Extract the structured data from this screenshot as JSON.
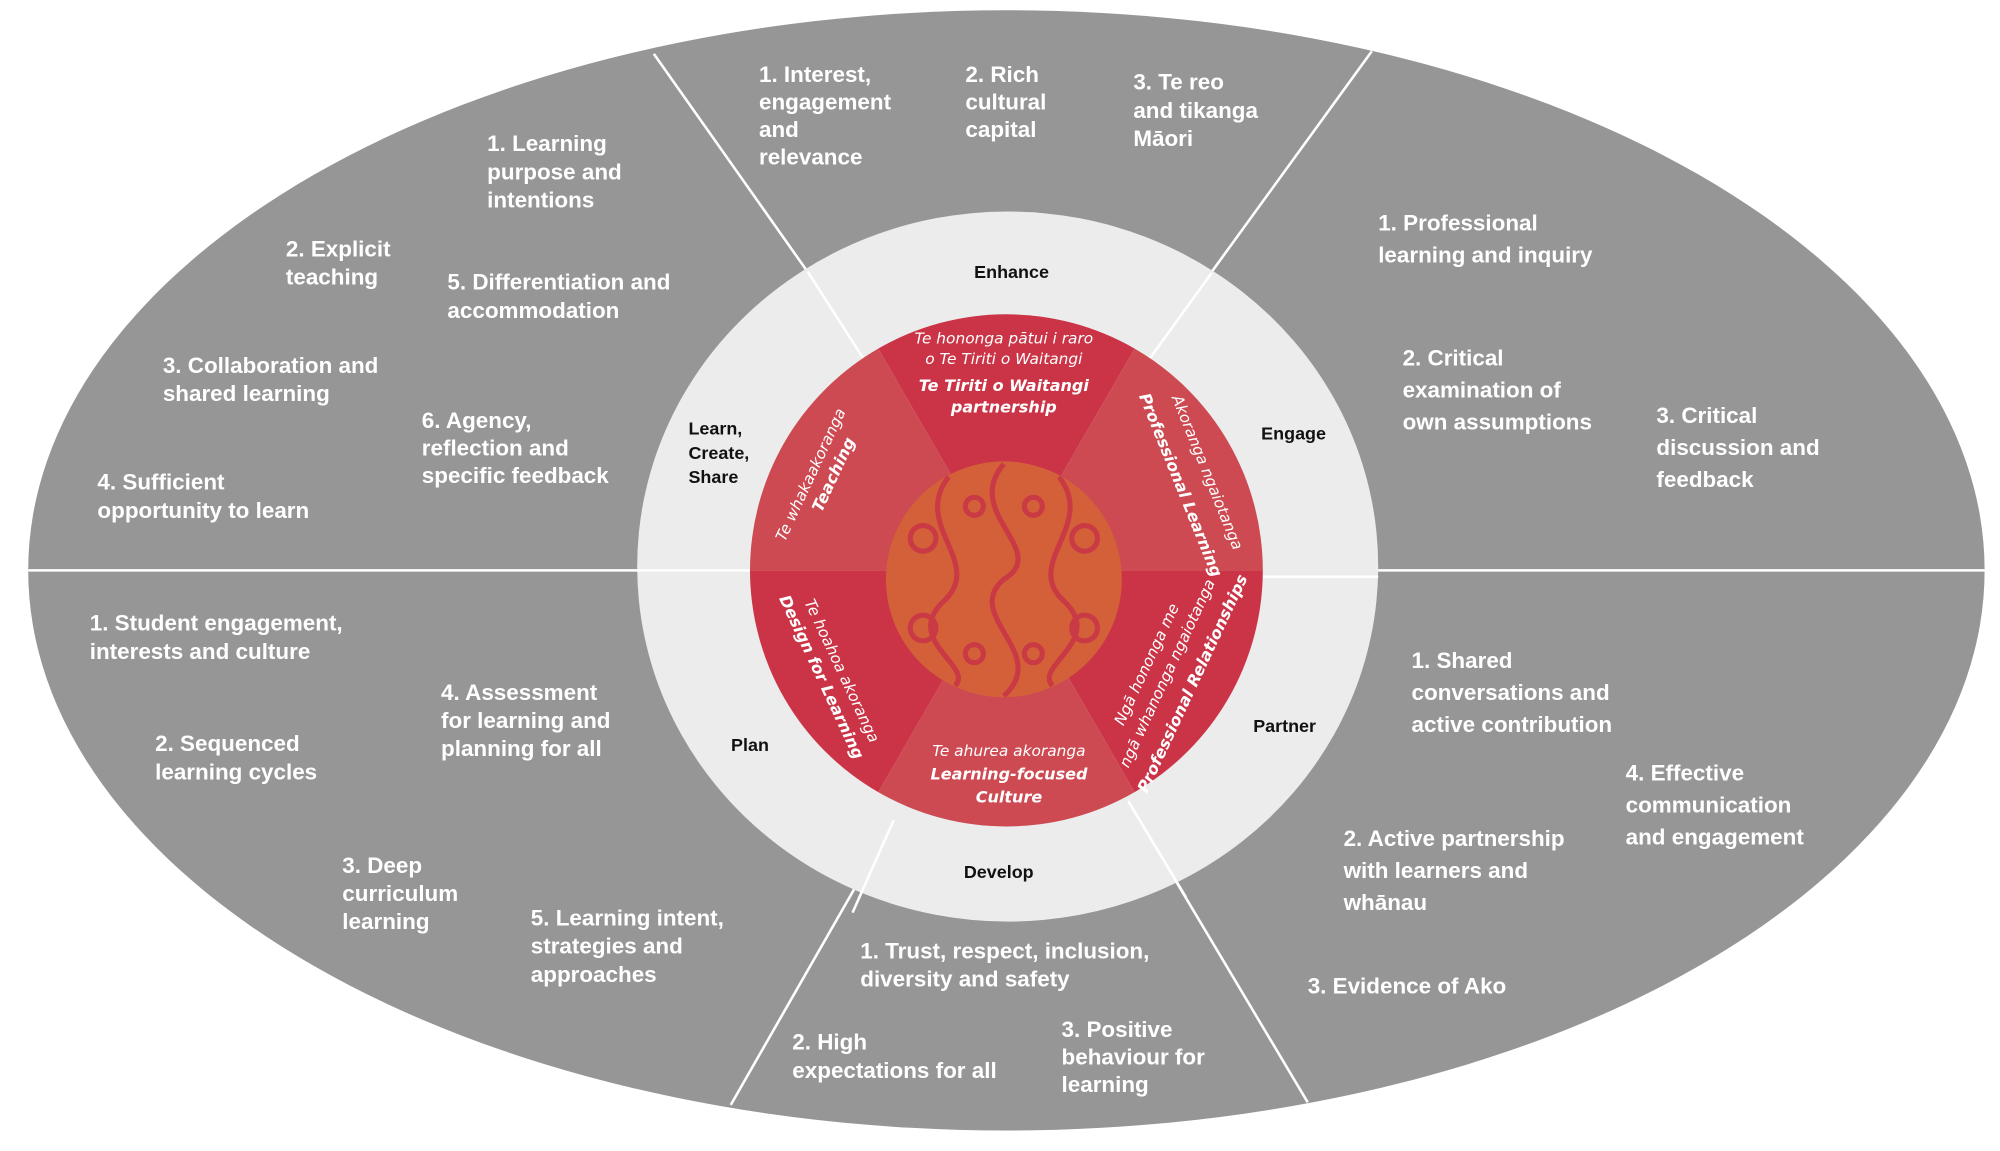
{
  "colors": {
    "outer": "#969696",
    "ring": "#ececec",
    "red_dark": "#cb3446",
    "red_light": "#cd4a52",
    "pattern": "#d4603a",
    "divider": "#ffffff"
  },
  "center": {
    "pattern_icon": "maori-koru-pattern",
    "top": {
      "maori": [
        "Te hononga pātui i raro",
        "o Te Tiriti o Waitangi"
      ],
      "english": [
        "Te Tiriti o Waitangi",
        "partnership"
      ]
    },
    "teaching": {
      "maori": "Te whakaakoranga",
      "english": "Teaching"
    },
    "professional_learning": {
      "maori": "Akoranga ngaiotanga",
      "english": "Professional Learning"
    },
    "professional_relationships": {
      "maori": [
        "Ngā hononga me",
        "ngā whanonga ngaiotanga"
      ],
      "english": "Professional Relationships"
    },
    "learning_culture": {
      "maori": "Te ahurea akoranga",
      "english": [
        "Learning-focused",
        "Culture"
      ]
    },
    "design": {
      "maori": "Te hoahoa akoranga",
      "english": "Design for Learning"
    }
  },
  "ring_labels": {
    "enhance": "Enhance",
    "engage": "Engage",
    "partner": "Partner",
    "develop": "Develop",
    "plan": "Plan",
    "learn": [
      "Learn,",
      "Create,",
      "Share"
    ]
  },
  "sections": {
    "learn": [
      [
        "1. Learning",
        "purpose and",
        "intentions"
      ],
      [
        "2. Explicit",
        "teaching"
      ],
      [
        "3. Collaboration and",
        "shared learning"
      ],
      [
        "4. Sufficient",
        "opportunity to learn"
      ],
      [
        "5. Differentiation and",
        "accommodation"
      ],
      [
        "6. Agency,",
        "reflection and",
        "specific feedback"
      ]
    ],
    "enhance": [
      [
        "1. Interest,",
        "engagement",
        "and",
        "relevance"
      ],
      [
        "2. Rich",
        "cultural",
        "capital"
      ],
      [
        "3. Te reo",
        "and tikanga",
        "Māori"
      ]
    ],
    "engage": [
      [
        "1. Professional",
        "learning and inquiry"
      ],
      [
        "2. Critical",
        "examination of",
        "own assumptions"
      ],
      [
        "3. Critical",
        "discussion and",
        "feedback"
      ]
    ],
    "partner": [
      [
        "1. Shared",
        "conversations and",
        "active contribution"
      ],
      [
        "2. Active partnership",
        "with learners and",
        "whānau"
      ],
      [
        "3. Evidence of Ako"
      ],
      [
        "4. Effective",
        "communication",
        "and engagement"
      ]
    ],
    "develop": [
      [
        "1. Trust, respect, inclusion,",
        "diversity and safety"
      ],
      [
        "2. High",
        "expectations for all"
      ],
      [
        "3. Positive",
        "behaviour for",
        "learning"
      ]
    ],
    "plan": [
      [
        "1. Student engagement,",
        "interests and culture"
      ],
      [
        "2. Sequenced",
        "learning cycles"
      ],
      [
        "3. Deep",
        "curriculum",
        "learning"
      ],
      [
        "4. Assessment",
        "for learning and",
        "planning for all"
      ],
      [
        "5. Learning intent,",
        "strategies and",
        "approaches"
      ]
    ]
  }
}
